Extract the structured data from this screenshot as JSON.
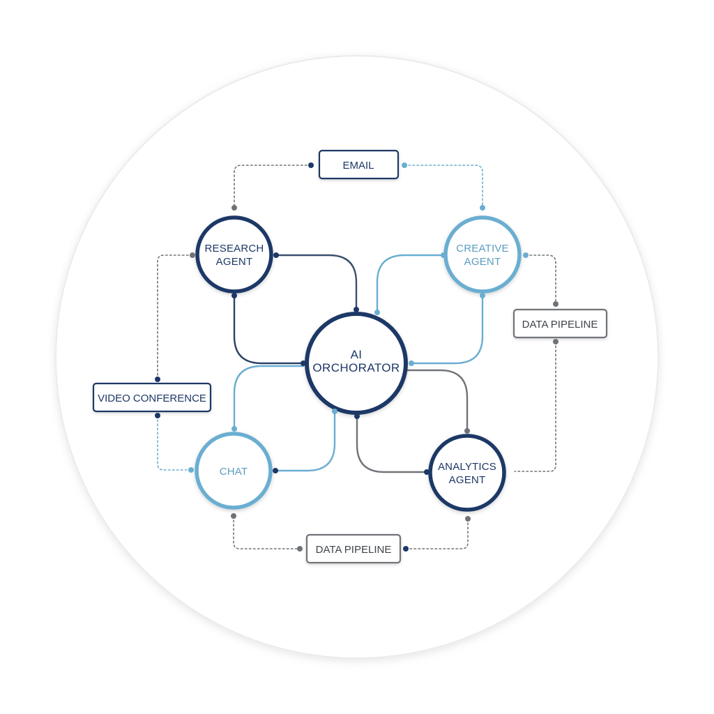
{
  "colors": {
    "navy": "#1c3766",
    "light_blue": "#6aaed1",
    "gray": "#6f7378",
    "light_gray_text": "#3f4348",
    "circle_border": "#e6e8ea"
  },
  "hub": {
    "line1": "AI",
    "line2": "ORCHORATOR"
  },
  "agents": {
    "research": {
      "line1": "RESEARCH",
      "line2": "AGENT"
    },
    "creative": {
      "line1": "CREATIVE",
      "line2": "AGENT"
    },
    "chat": {
      "line1": "CHAT"
    },
    "analytics": {
      "line1": "ANALYTICS",
      "line2": "AGENT"
    }
  },
  "tools": {
    "email": "EMAIL",
    "data_pipeline_right": "DATA PIPELINE",
    "video_conference": "VIDEO CONFERENCE",
    "data_pipeline_bottom": "DATA PIPELINE"
  }
}
